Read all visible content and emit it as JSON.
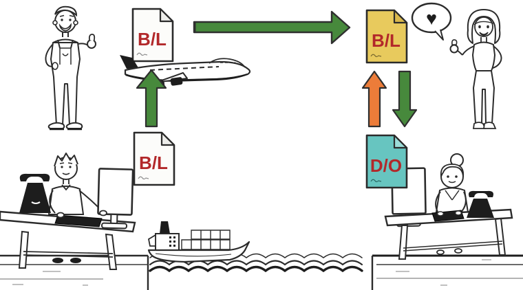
{
  "palette": {
    "ink": "#2b2b2b",
    "doc_label": "#b2282a",
    "arrow_green": "#47893c",
    "arrow_orange": "#ec7c39",
    "doc_white": "#fcfcfa",
    "doc_white_fold": "#ededea",
    "doc_yellow": "#e8ca5d",
    "doc_yellow_fold": "#d9b84d",
    "doc_teal": "#67c5c0",
    "doc_teal_fold": "#9cdcd8"
  },
  "documents": {
    "bl_shipper_top": {
      "label": "B/L"
    },
    "bl_shipper_bottom": {
      "label": "B/L"
    },
    "bl_consignee": {
      "label": "B/L"
    },
    "do_consignee": {
      "label": "D/O"
    }
  },
  "speech_bubble": {
    "heart_glyph": "♥"
  }
}
